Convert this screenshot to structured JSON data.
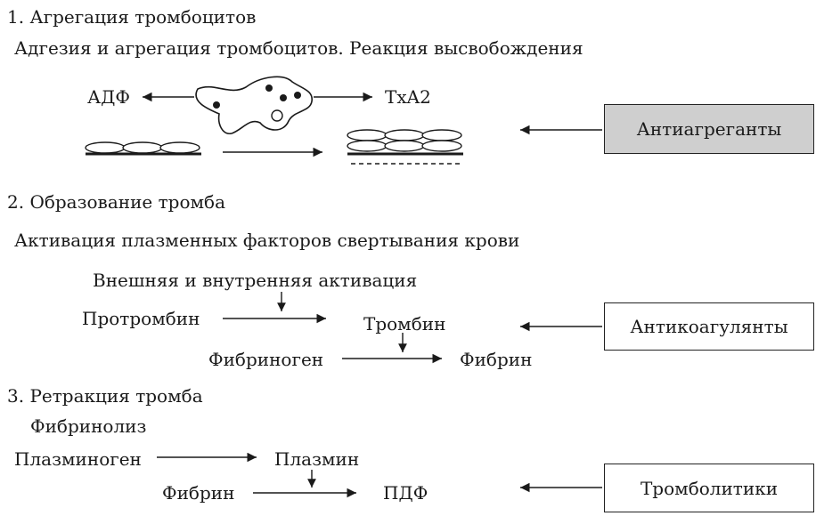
{
  "section1": {
    "heading": "1. Агрегация тромбоцитов",
    "subtitle": "Адгезия и агрегация тромбоцитов. Реакция высвобождения",
    "left_label": "АДФ",
    "right_label": "TxA2",
    "box_label": "Антиагреганты"
  },
  "section2": {
    "heading": "2. Образование тромба",
    "subtitle": "Активация плазменных факторов свертывания крови",
    "activation_label": "Внешняя и внутренняя активация",
    "prothrombin": "Протромбин",
    "thrombin": "Тромбин",
    "fibrinogen": "Фибриноген",
    "fibrin": "Фибрин",
    "box_label": "Антикоагулянты"
  },
  "section3": {
    "heading": "3. Ретракция тромба",
    "subtitle": "Фибринолиз",
    "plasminogen": "Плазминоген",
    "plasmin": "Плазмин",
    "fibrin": "Фибрин",
    "pdf": "ПДФ",
    "box_label": "Тромболитики"
  },
  "colors": {
    "box_fill": "#cfcfcf",
    "line": "#1a1a1a"
  }
}
